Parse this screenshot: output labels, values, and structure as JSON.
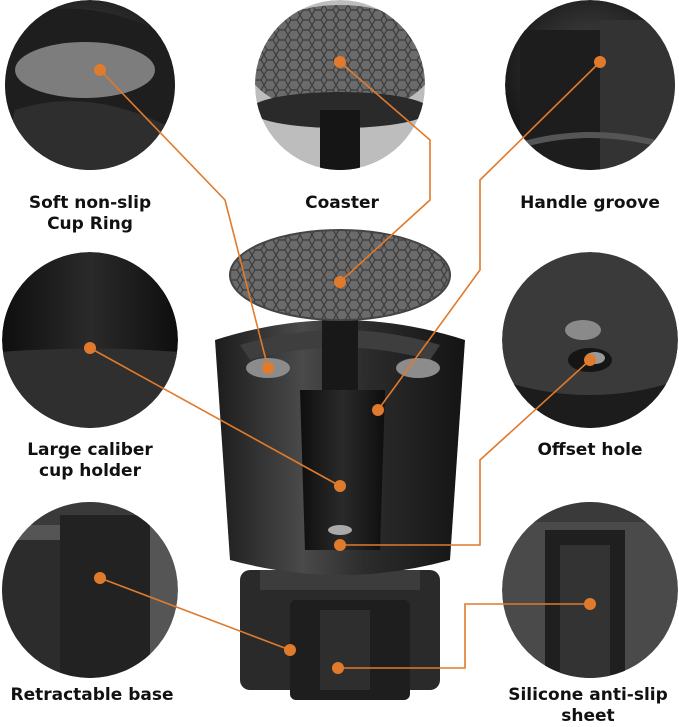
{
  "colors": {
    "accent": "#E07A2C",
    "product": "#2a2a2a",
    "background": "#ffffff"
  },
  "labels": {
    "cup_ring": [
      "Soft non-slip",
      "Cup Ring"
    ],
    "coaster": [
      "Coaster"
    ],
    "handle_groove": [
      "Handle groove"
    ],
    "large_caliber": [
      "Large caliber",
      "cup holder"
    ],
    "offset_hole": [
      "Offset hole"
    ],
    "retractable_base": [
      "Retractable base"
    ],
    "silicone_sheet": [
      "Silicone anti-slip",
      "sheet"
    ]
  }
}
